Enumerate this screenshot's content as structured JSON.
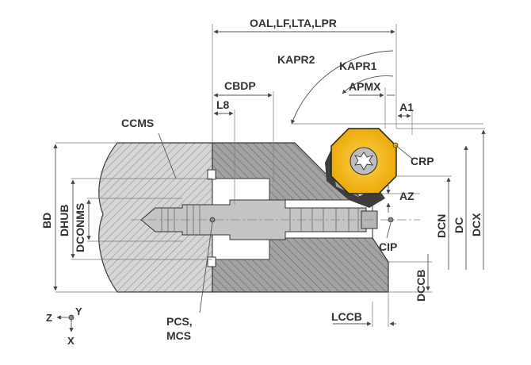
{
  "labels": {
    "oal": "OAL,LF,LTA,LPR",
    "kapr2": "KAPR2",
    "kapr1": "KAPR1",
    "apmx": "APMX",
    "cbdp": "CBDP",
    "l8": "L8",
    "a1": "A1",
    "ccms": "CCMS",
    "crp": "CRP",
    "az": "AZ",
    "bd": "BD",
    "dhub": "DHUB",
    "dconms": "DCONMS",
    "dcn": "DCN",
    "dc": "DC",
    "dcx": "DCX",
    "cip": "CIP",
    "dccb": "DCCB",
    "pcs": "PCS,",
    "mcs": "MCS",
    "lccb": "LCCB",
    "axis_z": "Z",
    "axis_y": "Y",
    "axis_x": "X"
  },
  "colors": {
    "body_hatch_light": "#c8c8c8",
    "body_hatch_dark": "#8f8f8f",
    "insert": "#f0b400",
    "screw_gray": "#a8a8a8",
    "text": "#333333"
  }
}
